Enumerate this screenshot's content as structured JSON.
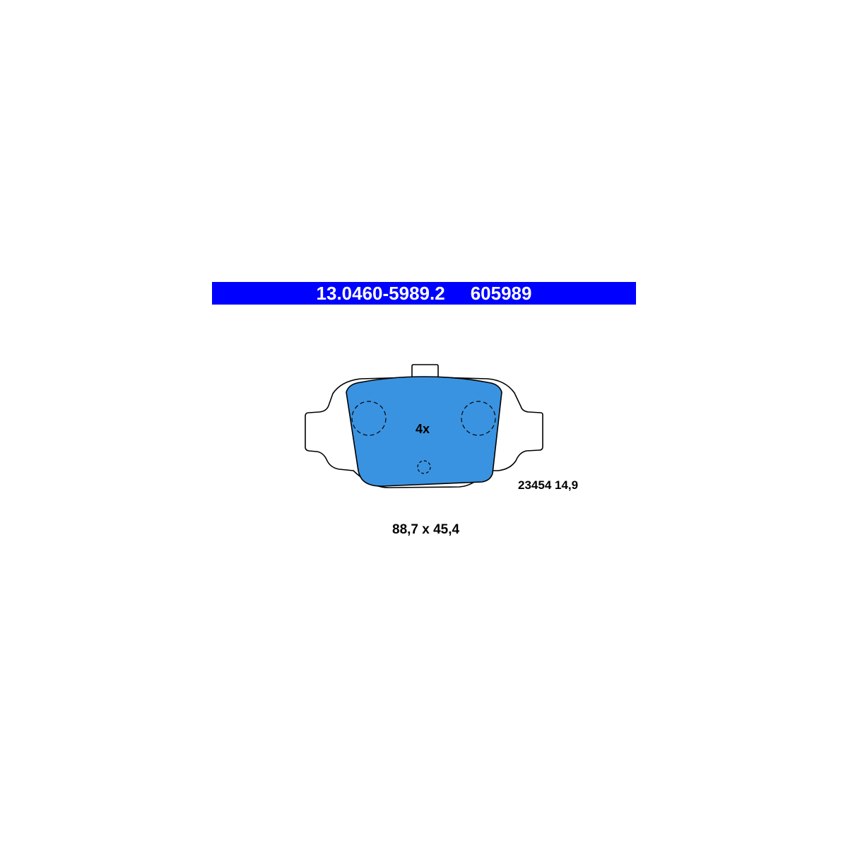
{
  "header": {
    "background_color": "#0000ff",
    "text_color": "#ffffff",
    "article_number": "13.0460-5989.2",
    "reference_number": "605989"
  },
  "drawing": {
    "pad_fill_color": "#3a93e0",
    "outline_color": "#000000",
    "pad_count_label": "4x",
    "spec_label": "23454 14,9",
    "dimensions_label": "88,7 x 45,4"
  }
}
